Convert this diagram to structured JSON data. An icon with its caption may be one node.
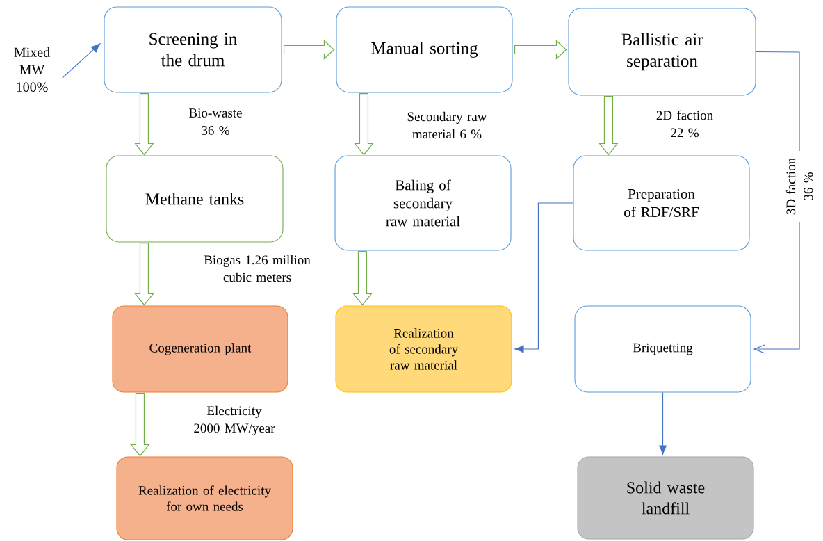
{
  "diagram": {
    "nodes": [
      {
        "text": [
          "Mixed MW 100%"
        ]
      },
      {
        "text": [
          "Screening in the drum"
        ]
      },
      {
        "text": [
          "Manual sorting"
        ]
      },
      {
        "text": [
          "Ballistic air separation"
        ]
      },
      {
        "text": [
          "Methane tanks"
        ]
      },
      {
        "text": [
          "Baling of secondary raw material"
        ]
      },
      {
        "text": [
          "Preparation of RDF/SRF"
        ]
      },
      {
        "text": [
          "Cogeneration plant"
        ]
      },
      {
        "text": [
          "Realization of secondary raw material"
        ]
      },
      {
        "text": [
          "Briquetting"
        ]
      },
      {
        "text": [
          "Realization of electricity for own needs"
        ]
      },
      {
        "text": [
          "Solid waste landfill"
        ]
      }
    ],
    "edges": [
      {
        "from": 0,
        "to": 1,
        "arrow": "to",
        "color": "#4472c4"
      },
      {
        "from": 1,
        "to": 2,
        "arrow": "to"
      },
      {
        "from": 2,
        "to": 3,
        "arrow": "to"
      },
      {
        "from": 1,
        "to": 4,
        "arrow": "to",
        "label": "Bio-waste 36 %"
      },
      {
        "from": 2,
        "to": 5,
        "arrow": "to",
        "label": "Secondary raw material 6 %"
      },
      {
        "from": 3,
        "to": 6,
        "arrow": "to",
        "label": "2D faction 22 %"
      },
      {
        "from": 3,
        "to": 9,
        "arrow": "to",
        "label": "3D faction 36 %",
        "color": "#4472c4"
      },
      {
        "from": 4,
        "to": 7,
        "arrow": "to",
        "label": "Biogas 1.26 million cubic meters"
      },
      {
        "from": 5,
        "to": 8,
        "arrow": "to"
      },
      {
        "from": 6,
        "to": 8,
        "arrow": "to",
        "color": "#4472c4"
      },
      {
        "from": 7,
        "to": 10,
        "arrow": "to",
        "label": "Electricity 2000 MW/year"
      },
      {
        "from": 9,
        "to": 11,
        "arrow": "to",
        "color": "#4472c4"
      }
    ]
  }
}
